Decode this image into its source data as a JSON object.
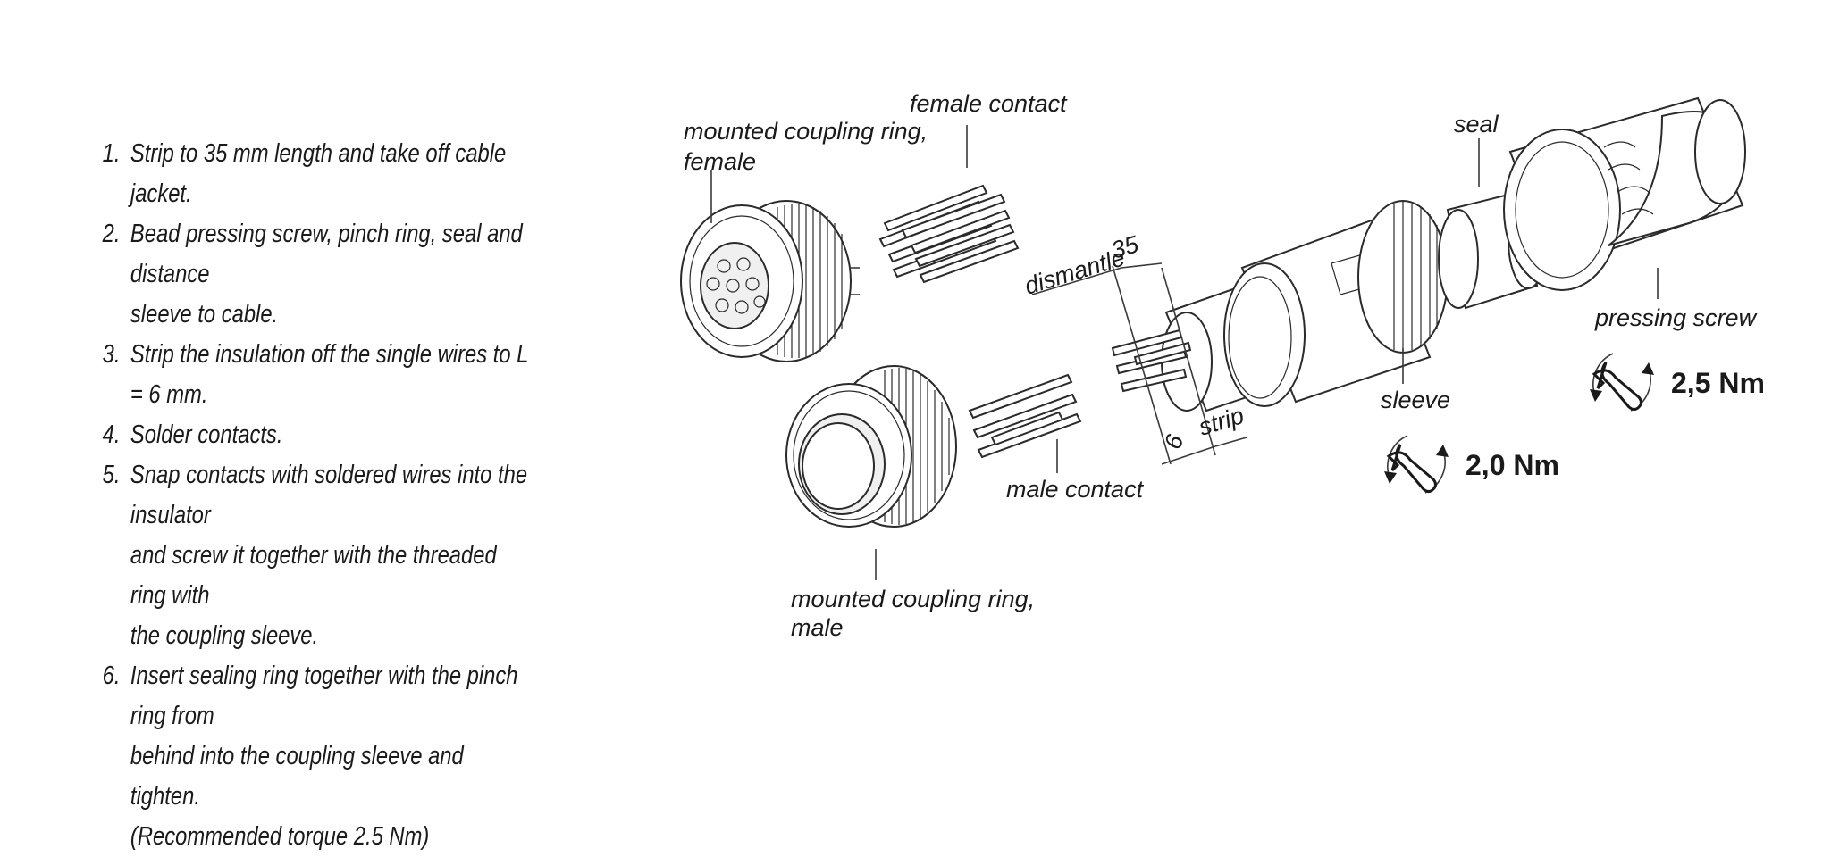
{
  "instructions": [
    {
      "num": "1.",
      "lines": [
        "Strip to 35 mm length and take off cable jacket."
      ]
    },
    {
      "num": "2.",
      "lines": [
        "Bead pressing screw, pinch ring, seal and distance",
        "sleeve to cable."
      ]
    },
    {
      "num": "3.",
      "lines": [
        "Strip the insulation off the single wires to L = 6 mm."
      ]
    },
    {
      "num": "4.",
      "lines": [
        "Solder contacts."
      ]
    },
    {
      "num": "5.",
      "lines": [
        "Snap contacts with soldered wires into the insulator",
        "and screw it together with the threaded ring with",
        "the coupling sleeve."
      ]
    },
    {
      "num": "6.",
      "lines": [
        "Insert sealing ring together with the pinch ring from",
        "behind into the coupling sleeve and tighten.",
        "(Recommended torque 2.5 Nm)"
      ]
    }
  ],
  "labels": {
    "mounted_female_line1": "mounted coupling ring,",
    "mounted_female_line2": "female",
    "female_contact": "female contact",
    "mounted_male_line1": "mounted coupling ring,",
    "mounted_male_line2": "male",
    "male_contact": "male contact",
    "dismantle": "dismantle",
    "dismantle_value": "35",
    "strip": "strip",
    "strip_value": "6",
    "seal": "seal",
    "sleeve": "sleeve",
    "pressing_screw": "pressing screw"
  },
  "torques": {
    "sleeve": "2,0 Nm",
    "pressing_screw": "2,5 Nm"
  },
  "icons": {
    "torque": "wrench-rotate-icon"
  }
}
